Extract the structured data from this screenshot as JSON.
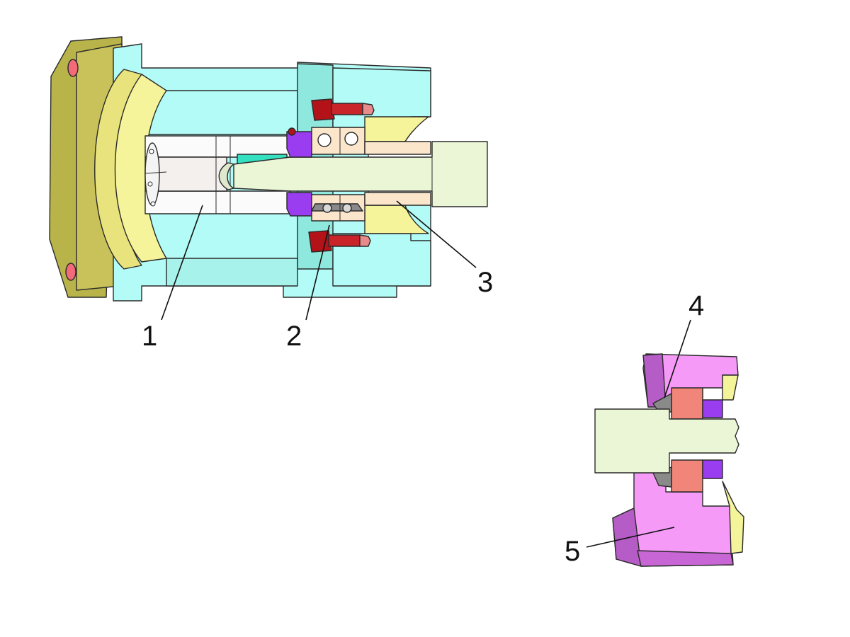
{
  "callouts": [
    {
      "id": "1",
      "label": "1"
    },
    {
      "id": "2",
      "label": "2"
    },
    {
      "id": "3",
      "label": "3"
    },
    {
      "id": "4",
      "label": "4"
    },
    {
      "id": "5",
      "label": "5"
    }
  ],
  "colors": {
    "flange": "#b9b44a",
    "flange_face": "#e6e07a",
    "housing": "#b3fbf6",
    "housing_dark": "#7fd9cf",
    "bore_yellow": "#f5f49a",
    "shaft": "#eaf6d6",
    "bearing_race": "#fbe6cc",
    "bolt": "#b31218",
    "bolt_tip": "#e98b8b",
    "retainer": "#9a3cf0",
    "key": "#34e0c0",
    "housing_b": "#f59bf7",
    "housing_b_dark": "#b65cc6",
    "ring_salmon": "#f2857a",
    "yellow_side": "#f4f49a"
  }
}
